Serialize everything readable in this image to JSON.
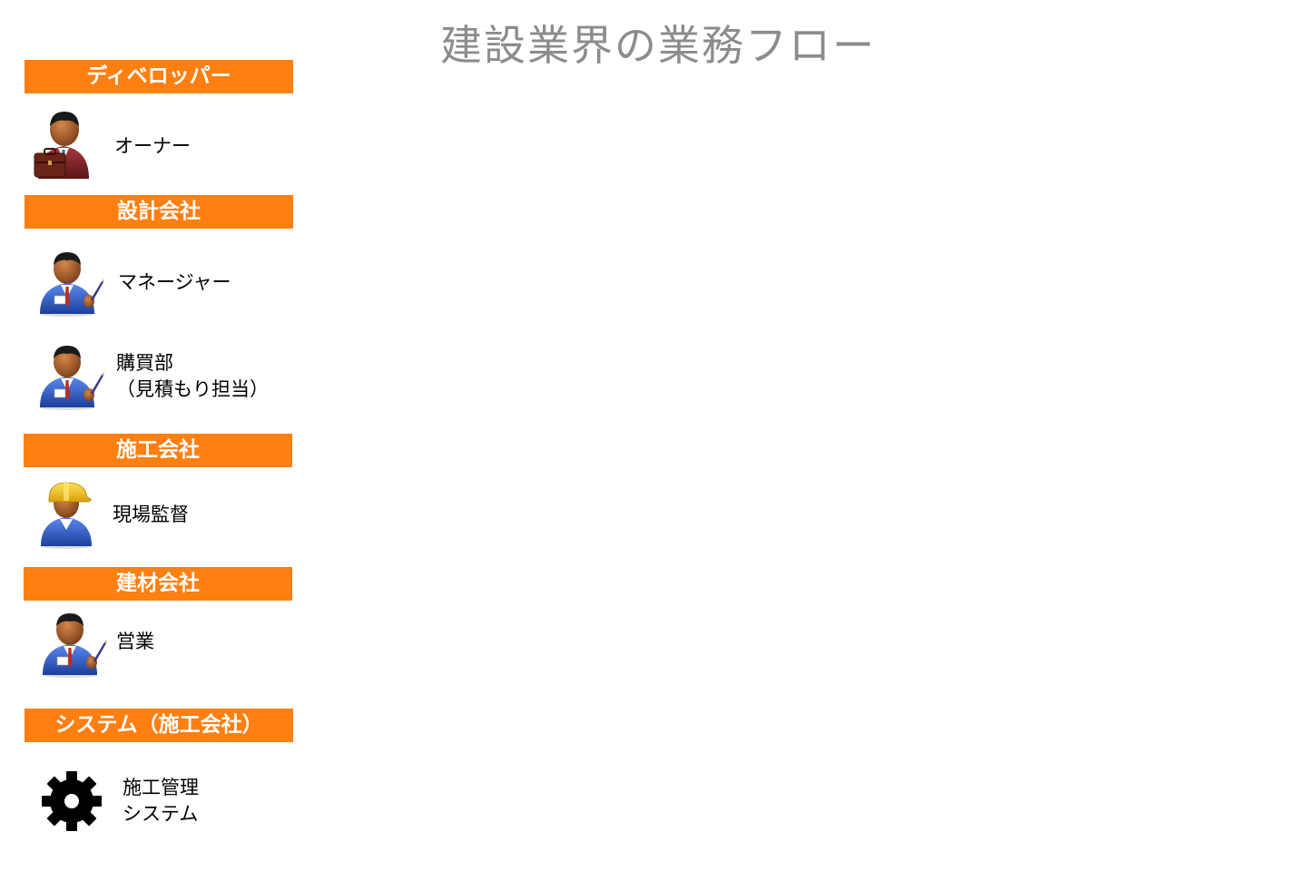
{
  "title": "建設業界の業務フロー",
  "sections": [
    {
      "label": "ディベロッパー",
      "roles": [
        {
          "label": "オーナー",
          "icon": "businessman-briefcase-icon"
        }
      ]
    },
    {
      "label": "設計会社",
      "roles": [
        {
          "label": "マネージャー",
          "icon": "office-worker-pen-icon"
        },
        {
          "label_lines": [
            "購買部",
            "（見積もり担当）"
          ],
          "icon": "office-worker-pen-icon"
        }
      ]
    },
    {
      "label": "施工会社",
      "roles": [
        {
          "label": "現場監督",
          "icon": "construction-worker-helmet-icon"
        }
      ]
    },
    {
      "label": "建材会社",
      "roles": [
        {
          "label": "営業",
          "icon": "office-worker-pen-icon"
        }
      ]
    },
    {
      "label": "システム（施工会社）",
      "roles": [
        {
          "label_lines": [
            "施工管理",
            "システム"
          ],
          "icon": "gear-icon"
        }
      ]
    }
  ],
  "colors": {
    "section_bg": "#ff7f10",
    "title": "#8c8c8c",
    "owner_suit": "#7a1e24",
    "worker_suit": "#2f5cc4",
    "helmet": "#f2c21a"
  }
}
